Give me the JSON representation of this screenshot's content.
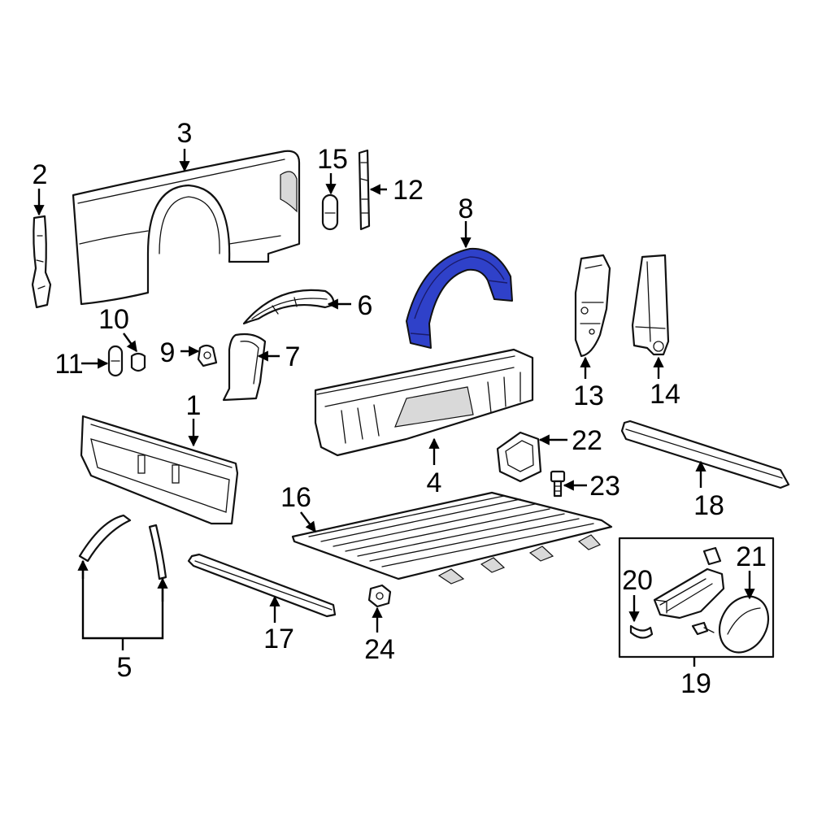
{
  "diagram": {
    "highlight_color": "#2f41c9",
    "callouts": [
      {
        "id": "1",
        "text": "1"
      },
      {
        "id": "2",
        "text": "2"
      },
      {
        "id": "3",
        "text": "3"
      },
      {
        "id": "4",
        "text": "4"
      },
      {
        "id": "5",
        "text": "5"
      },
      {
        "id": "6",
        "text": "6"
      },
      {
        "id": "7",
        "text": "7"
      },
      {
        "id": "8",
        "text": "8"
      },
      {
        "id": "9",
        "text": "9"
      },
      {
        "id": "10",
        "text": "10"
      },
      {
        "id": "11",
        "text": "11"
      },
      {
        "id": "12",
        "text": "12"
      },
      {
        "id": "13",
        "text": "13"
      },
      {
        "id": "14",
        "text": "14"
      },
      {
        "id": "15",
        "text": "15"
      },
      {
        "id": "16",
        "text": "16"
      },
      {
        "id": "17",
        "text": "17"
      },
      {
        "id": "18",
        "text": "18"
      },
      {
        "id": "19",
        "text": "19"
      },
      {
        "id": "20",
        "text": "20"
      },
      {
        "id": "21",
        "text": "21"
      },
      {
        "id": "22",
        "text": "22"
      },
      {
        "id": "23",
        "text": "23"
      },
      {
        "id": "24",
        "text": "24"
      }
    ]
  }
}
